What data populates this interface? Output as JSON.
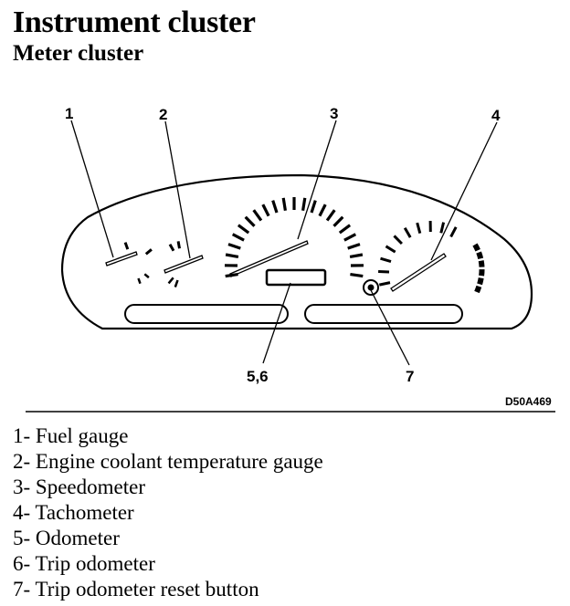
{
  "header": {
    "title": "Instrument cluster",
    "subtitle": "Meter cluster"
  },
  "diagram": {
    "figure_code": "D50A469",
    "callouts": [
      {
        "id": "1",
        "label": "1"
      },
      {
        "id": "2",
        "label": "2"
      },
      {
        "id": "3",
        "label": "3"
      },
      {
        "id": "4",
        "label": "4"
      },
      {
        "id": "56",
        "label": "5,6"
      },
      {
        "id": "7",
        "label": "7"
      }
    ]
  },
  "legend": [
    "1- Fuel gauge",
    "2- Engine coolant temperature gauge",
    "3- Speedometer",
    "4- Tachometer",
    "5- Odometer",
    "6- Trip odometer",
    "7- Trip odometer reset button"
  ]
}
